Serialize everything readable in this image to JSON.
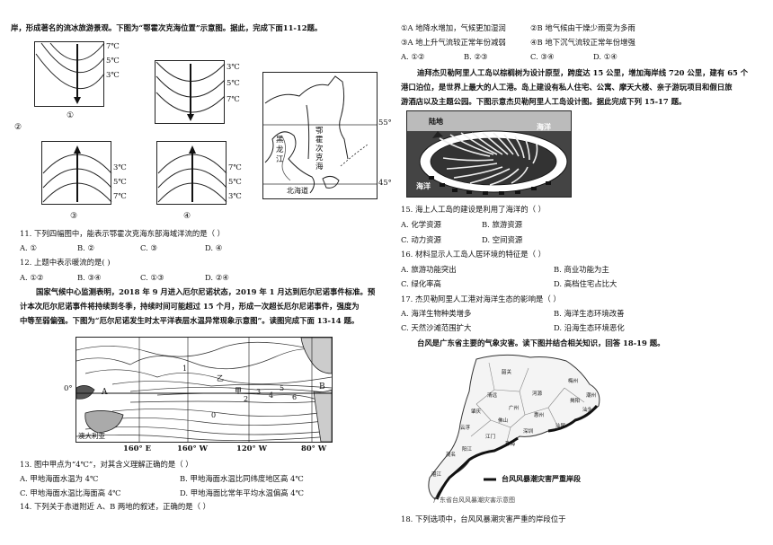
{
  "left": {
    "intro_line": "岸，形成著名的流冰旅游景观。下图为“鄂霍次克海位置”示意图。据此，完成下面11-12题。",
    "panels": [
      {
        "label": "①",
        "t": [
          "7℃",
          "5℃",
          "3℃"
        ]
      },
      {
        "label": "②",
        "t": [
          "3℃",
          "5℃",
          "7℃"
        ]
      },
      {
        "label": "③",
        "t": [
          "3℃",
          "5℃",
          "7℃"
        ]
      },
      {
        "label": "④",
        "t": [
          "7℃",
          "5℃",
          "3℃"
        ]
      }
    ],
    "map": {
      "lat1": "55°",
      "lat2": "45°",
      "sea": "鄂霍次克海",
      "river": "黑龙江",
      "island": "北海道"
    },
    "q11": {
      "stem": "11. 下列四幅图中，能表示鄂霍次克海东部海域洋流的是（     ）",
      "opts": [
        "A. ①",
        "B. ②",
        "C. ③",
        "D. ④"
      ]
    },
    "q12": {
      "stem": "12. 上题中表示暖流的是(       )",
      "opts": [
        "A. ①②",
        "B. ③④",
        "C. ①③",
        "D. ②④"
      ]
    },
    "para": [
      "国家气候中心监测表明，2018 年 9 月进入厄尔尼诺状态，2019 年 1 月达到厄尔尼诺事件标准。预",
      "计本次厄尔尼诺事件将持续到冬季，持续时间可能超过 15 个月，形成一次超长厄尔尼诺事件，强度为",
      "中等至弱偏强。下图为“厄尔尼诺发生时太平洋表层水温异常现象示意图”。读图完成下面 13-14 题。"
    ],
    "pmap": {
      "eq": "0°",
      "lonA": "160° E",
      "lonB": "160° W",
      "lonC": "120° W",
      "lonD": "80° W",
      "aus": "澳大利亚",
      "A": "A",
      "B": "B",
      "jia": "甲",
      "yi": "乙",
      "nums": [
        "1",
        "2",
        "3",
        "4",
        "5",
        "6",
        "0"
      ]
    },
    "q13": {
      "stem": "13. 图中甲点为“4℃”，对其含义理解正确的是（     ）",
      "opts": [
        "A. 甲地海面水温为 4℃",
        "B. 甲地海面水温比同纬度地区高 4℃",
        "C. 甲地海面水温比海面高 4℃",
        "D. 甲地海面比常年平均水温偏高 4℃"
      ]
    },
    "q14": {
      "stem": "14. 下列关于赤道附近 A、B 两地的叙述，正确的是（     ）"
    }
  },
  "right": {
    "q14_opts": [
      "①A 地降水增加，气候更加湿润",
      "②B 地气候由干燥少雨变为多雨",
      "③A 地上升气流较正常年份减弱",
      "④B 地下沉气流较正常年份增强"
    ],
    "q14_choices": [
      "A. ①②",
      "B. ②③",
      "C. ③④",
      "D. ①④"
    ],
    "para": [
      "迪拜杰贝勒阿里人工岛以棕榈树为设计原型，跨度达 15 公里，增加海岸线 720 公里，建有 65 个",
      "港口泊位，是世界上最大的人工港。岛上建设有私人住宅、公寓、摩天大楼、亲子游玩项目和假日旅",
      "游酒店以及主题公园。下图示意杰贝勒阿里人工岛设计图。据此完成下列 15-17 题。"
    ],
    "island": {
      "land": "陆地",
      "sea1": "海洋",
      "sea2": "海洋"
    },
    "q15": {
      "stem": "15. 海上人工岛的建设是利用了海洋的（     ）",
      "opts": [
        "A. 化学资源",
        "B. 旅游资源",
        "C. 动力资源",
        "D. 空间资源"
      ]
    },
    "q16": {
      "stem": "16. 材料显示人工岛人居环境的特征是（     ）",
      "opts": [
        "A. 旅游功能突出",
        "B. 商业功能为主",
        "C. 绿化率高",
        "D. 高档住宅占比大"
      ]
    },
    "q17": {
      "stem": "17. 杰贝勒阿里人工港对海洋生态的影响是（     ）",
      "opts": [
        "A. 海洋生物种类增多",
        "B. 海洋生态环境改善",
        "C. 天然沙滩范围扩大",
        "D. 沿海生态环境恶化"
      ]
    },
    "typhoon": "台风是广东省主要的气象灾害。读下图并结合相关知识，回答 18-19 题。",
    "gd": {
      "legend": "台风风暴潮灾害严重岸段",
      "caption": "广东省台风风暴潮灾害示意图",
      "cities": [
        "韶关",
        "清远",
        "河源",
        "梅州",
        "肇庆",
        "广州",
        "惠州",
        "汕头",
        "云浮",
        "佛山",
        "江门",
        "阳江",
        "茂名",
        "湛江",
        "深圳",
        "珠海",
        "汕尾",
        "揭阳",
        "潮州"
      ]
    },
    "q18": {
      "stem": "18. 下列选项中，台风风暴潮灾害严重的岸段位于"
    }
  }
}
